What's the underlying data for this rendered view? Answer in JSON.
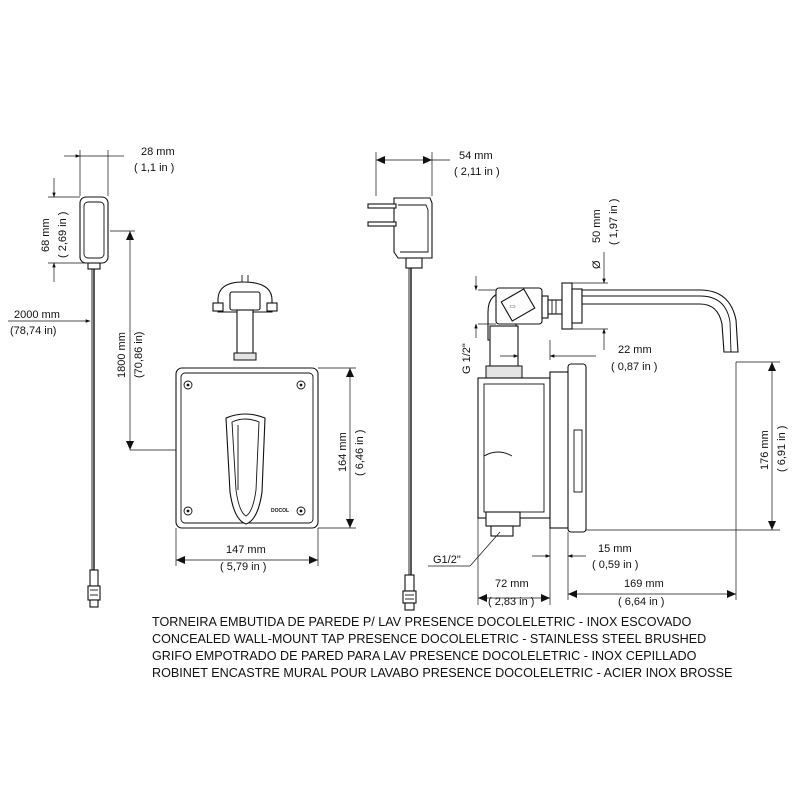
{
  "dims": {
    "width_28": {
      "mm": "28 mm",
      "in": "( 1,1 in )"
    },
    "height_68": {
      "mm": "68 mm",
      "in": "( 2,69 in )"
    },
    "cable_2000": {
      "mm": "2000 mm",
      "in": "(78,74 in)"
    },
    "cable_1800": {
      "mm": "1800 mm",
      "in": "(70,86 in)"
    },
    "plate_height_164": {
      "mm": "164 mm",
      "in": "( 6,46 in )"
    },
    "plate_width_147": {
      "mm": "147 mm",
      "in": "( 5,79 in )"
    },
    "adapter_54": {
      "mm": "54 mm",
      "in": "( 2,11 in )"
    },
    "diameter_50": {
      "mm": "50 mm",
      "in": "( 1,97 in )",
      "symbol": "Ø"
    },
    "thread_top": "G 1/2\"",
    "thread_bottom": "G1/2\"",
    "offset_22": {
      "mm": "22 mm",
      "in": "( 0,87 in )"
    },
    "height_176": {
      "mm": "176 mm",
      "in": "( 6,91 in )"
    },
    "gap_15": {
      "mm": "15 mm",
      "in": "( 0,59 in )"
    },
    "depth_72": {
      "mm": "72 mm",
      "in": "( 2,83 in )"
    },
    "spout_169": {
      "mm": "169 mm",
      "in": "( 6,64 in )"
    }
  },
  "caption": {
    "pt": "TORNEIRA EMBUTIDA DE PAREDE P/ LAV PRESENCE DOCOLELETRIC - INOX ESCOVADO",
    "en": "CONCEALED WALL-MOUNT TAP PRESENCE DOCOLELETRIC - STAINLESS STEEL BRUSHED",
    "es": "GRIFO EMPOTRADO DE PARED PARA LAV PRESENCE DOCOLELETRIC - INOX CEPILLADO",
    "fr": "ROBINET ENCASTRE MURAL POUR LAVABO PRESENCE DOCOLELETRIC - ACIER INOX BROSSE"
  },
  "brand_mark": "DOCOL"
}
